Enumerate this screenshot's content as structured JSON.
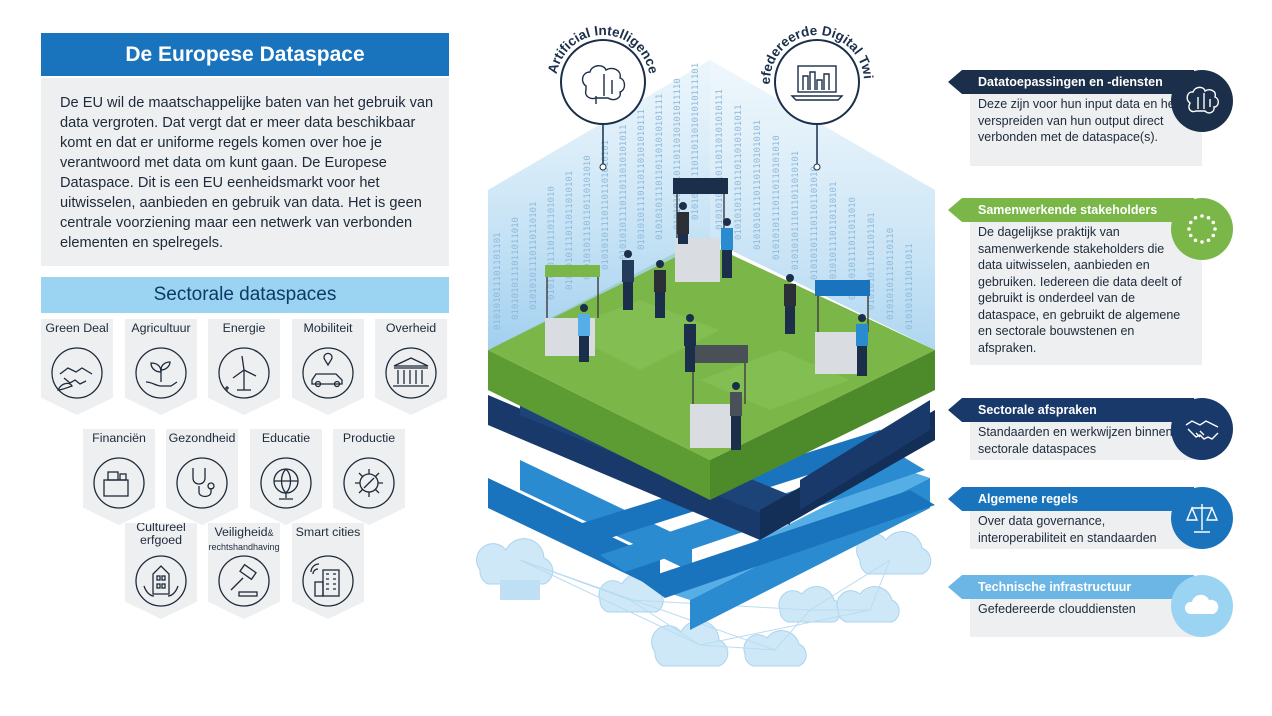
{
  "header": {
    "title": "De Europese Dataspace",
    "intro": "De EU wil de maatschappelijke baten van het gebruik van data vergroten. Dat vergt dat er meer data beschikbaar komt en dat er uniforme regels komen over hoe je verantwoord met data om kunt gaan. De Europese Dataspace. Dit is een EU eenheidsmarkt voor het uitwisselen, aanbieden en gebruik van data. Het is geen centrale voorziening maar een netwerk van verbonden elementen en spelregels."
  },
  "sectoral": {
    "title": "Sectorale dataspaces",
    "items": [
      {
        "label": "Green Deal",
        "icon": "handshake-leaf-icon"
      },
      {
        "label": "Agricultuur",
        "icon": "plant-hand-icon"
      },
      {
        "label": "Energie",
        "icon": "wind-turbine-icon"
      },
      {
        "label": "Mobiliteit",
        "icon": "car-location-icon"
      },
      {
        "label": "Overheid",
        "icon": "government-building-icon"
      },
      {
        "label": "Financiën",
        "icon": "wallet-icon"
      },
      {
        "label": "Gezondheid",
        "icon": "stethoscope-icon"
      },
      {
        "label": "Educatie",
        "icon": "globe-icon"
      },
      {
        "label": "Productie",
        "icon": "gear-wrench-icon"
      },
      {
        "label_line1": "Cultureel",
        "label_line2": "erfgoed",
        "icon": "heritage-building-icon"
      },
      {
        "label_line1": "Veiligheid",
        "label_amp": "&",
        "label_line2": "rechtshandhaving",
        "icon": "gavel-icon"
      },
      {
        "label": "Smart cities",
        "icon": "smart-building-icon"
      }
    ]
  },
  "diagram": {
    "label_left": "Artificial Intelligence",
    "label_right": "Gefedereerde Digital Twins",
    "binary_text": "0101010111011011010101011110101011010101"
  },
  "legend": [
    {
      "title": "Datatoepassingen en -diensten",
      "text": "Deze zijn voor hun input data en het verspreiden van hun output direct verbonden met de dataspace(s).",
      "color": "#1b2e4a",
      "icon": "brain-icon"
    },
    {
      "title": "Samenwerkende stakeholders",
      "text": "De dagelijkse praktijk van samenwerkende stakeholders die data uitwisselen, aanbieden en gebruiken. Iedereen die data deelt of gebruikt is onderdeel van de dataspace, en gebruikt de algemene en sectorale bouwstenen en afspraken.",
      "color": "#7ab648",
      "icon": "eu-stars-icon"
    },
    {
      "title": "Sectorale afspraken",
      "text": "Standaarden en werkwijzen binnen sectorale dataspaces",
      "color": "#18396a",
      "icon": "handshake-icon"
    },
    {
      "title": "Algemene regels",
      "text": "Over data governance, interoperabiliteit en standaarden",
      "color": "#1a74bd",
      "icon": "scales-icon"
    },
    {
      "title": "Technische infrastructuur",
      "text": "Gefedereerde clouddiensten",
      "color": "#6cb6e6",
      "icon": "cloud-icon"
    }
  ]
}
